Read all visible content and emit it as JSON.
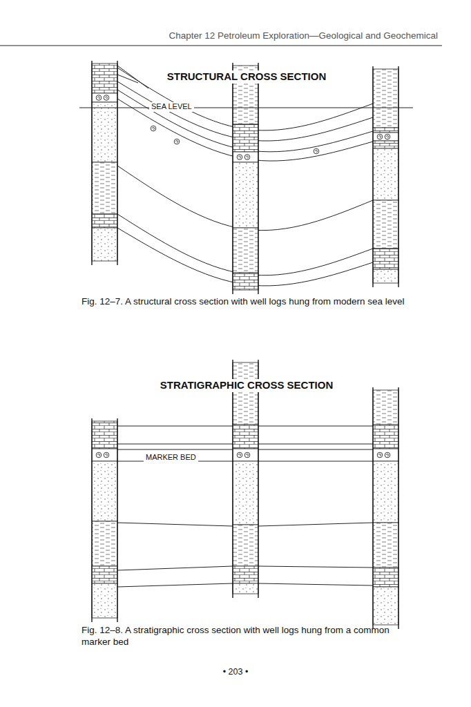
{
  "diagram": {
    "labels": [
      "Chapter 12 Petroleum Exploration—Geological and Geochemical",
      "STRUCTURAL CROSS SECTION",
      "SEA LEVEL",
      "Fig. 12–7. A structural cross section with well logs hung from modern sea level",
      "STRATIGRAPHIC CROSS SECTION",
      "MARKER BED",
      "Fig. 12–8. A stratigraphic cross section with well logs hung from a common marker bed",
      "• 203 •"
    ]
  }
}
